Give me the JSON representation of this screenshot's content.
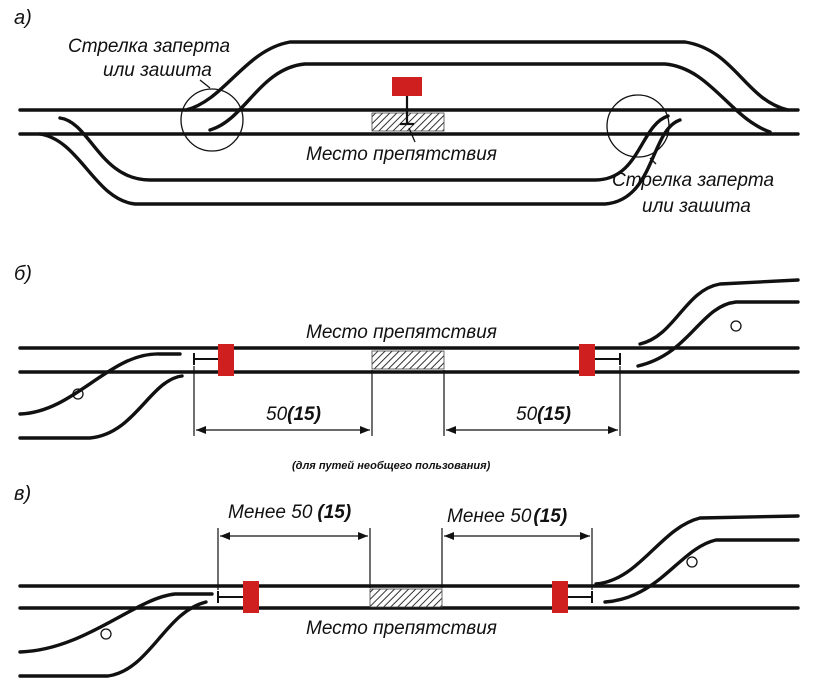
{
  "colors": {
    "signal": "#d01f1f",
    "rail": "#111111",
    "background": "#ffffff"
  },
  "panel_a": {
    "letter": "а)",
    "switch_label_left_line1": "Стрелка заперта",
    "switch_label_left_line2": "или зашита",
    "switch_label_right_line1": "Стрелка заперта",
    "switch_label_right_line2": "или зашита",
    "obstacle_label": "Место препятствия"
  },
  "panel_b": {
    "letter": "б)",
    "obstacle_label": "Место препятствия",
    "dim_left_value": "50",
    "dim_left_paren": "(15)",
    "dim_right_value": "50",
    "dim_right_paren": "(15)",
    "note": "(для путей необщего пользования)"
  },
  "panel_c": {
    "letter": "в)",
    "dim_left_prefix": "Менее 50",
    "dim_left_paren": "(15)",
    "dim_right_prefix": "Менее 50",
    "dim_right_paren": "(15)",
    "obstacle_label": "Место препятствия"
  }
}
